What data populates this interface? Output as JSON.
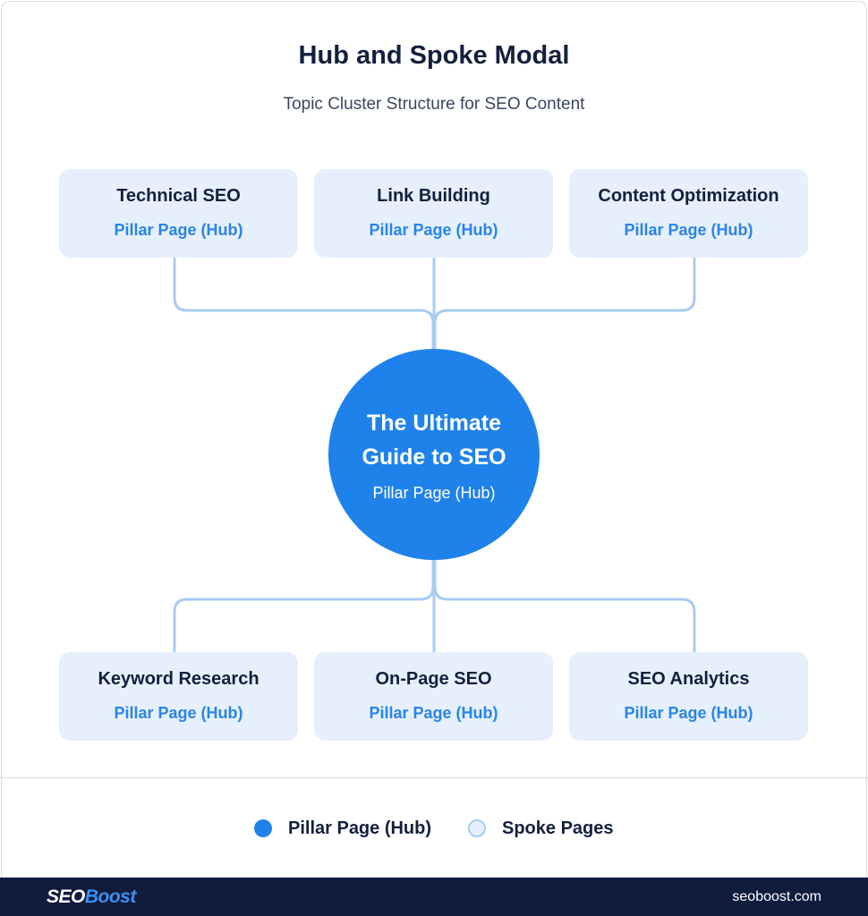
{
  "diagram": {
    "title": "Hub and Spoke Modal",
    "subtitle": "Topic Cluster Structure for SEO Content",
    "hub": {
      "title": "The Ultimate Guide to SEO",
      "subtitle": "Pillar Page (Hub)"
    },
    "spokes_top": [
      {
        "title": "Technical SEO",
        "subtitle": "Pillar Page (Hub)"
      },
      {
        "title": "Link Building",
        "subtitle": "Pillar Page (Hub)"
      },
      {
        "title": "Content Optimization",
        "subtitle": "Pillar Page (Hub)"
      }
    ],
    "spokes_bottom": [
      {
        "title": "Keyword Research",
        "subtitle": "Pillar Page (Hub)"
      },
      {
        "title": "On-Page SEO",
        "subtitle": "Pillar Page (Hub)"
      },
      {
        "title": "SEO Analytics",
        "subtitle": "Pillar Page (Hub)"
      }
    ],
    "colors": {
      "hub": "#1f82ea",
      "spoke_fill": "#e6f0fd",
      "connector": "#a9cbf4",
      "text_dark": "#13203d",
      "text_accent": "#2a84e8"
    }
  },
  "legend": {
    "hub_label": "Pillar Page (Hub)",
    "spoke_label": "Spoke Pages"
  },
  "footer": {
    "brand_part1": "SEO",
    "brand_part2": "Boost",
    "url": "seoboost.com",
    "background": "#0f1c3d"
  }
}
